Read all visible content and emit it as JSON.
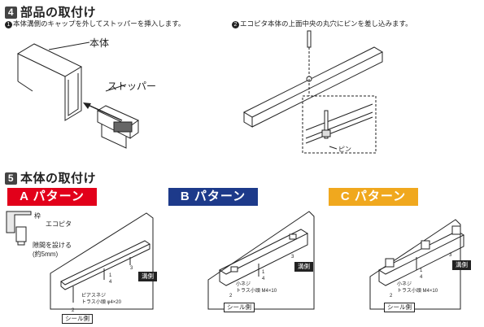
{
  "section4": {
    "number": "4",
    "title": "部品の取付け",
    "step1": {
      "num": "1",
      "text": "本体溝側のキャップを外してストッパーを挿入します。"
    },
    "step2": {
      "num": "2",
      "text": "エコピタ本体の上面中央の丸穴にピンを差し込みます。"
    },
    "labels": {
      "body": "本体",
      "stopper": "ストッパー",
      "pin": "ピン"
    }
  },
  "section5": {
    "number": "5",
    "title": "本体の取付け",
    "patterns": [
      {
        "label": "A パターン",
        "color": "#e2001a"
      },
      {
        "label": "B パターン",
        "color": "#1d3a8a"
      },
      {
        "label": "C パターン",
        "color": "#f0a81e"
      }
    ],
    "a": {
      "frame": "枠",
      "ecopita": "エコピタ",
      "gap1": "隙間を設ける",
      "gap2": "(約5mm)",
      "screw1": "ピアスネジ",
      "screw2": "トラス小頭 φ4×20",
      "num1": "1",
      "num2": "2",
      "num3": "3",
      "num4": "4",
      "groove": "溝側",
      "seal": "シール側"
    },
    "b": {
      "screw1": "小ネジ",
      "screw2": "トラス小頭 M4×10",
      "num1": "1",
      "num2": "2",
      "num3": "3",
      "num4": "4",
      "groove": "溝側",
      "seal": "シール側"
    },
    "c": {
      "screw1": "小ネジ",
      "screw2": "トラス小頭 M4×10",
      "num1": "1",
      "num2": "2",
      "num3": "3",
      "num4": "4",
      "groove": "溝側",
      "seal": "シール側"
    }
  }
}
